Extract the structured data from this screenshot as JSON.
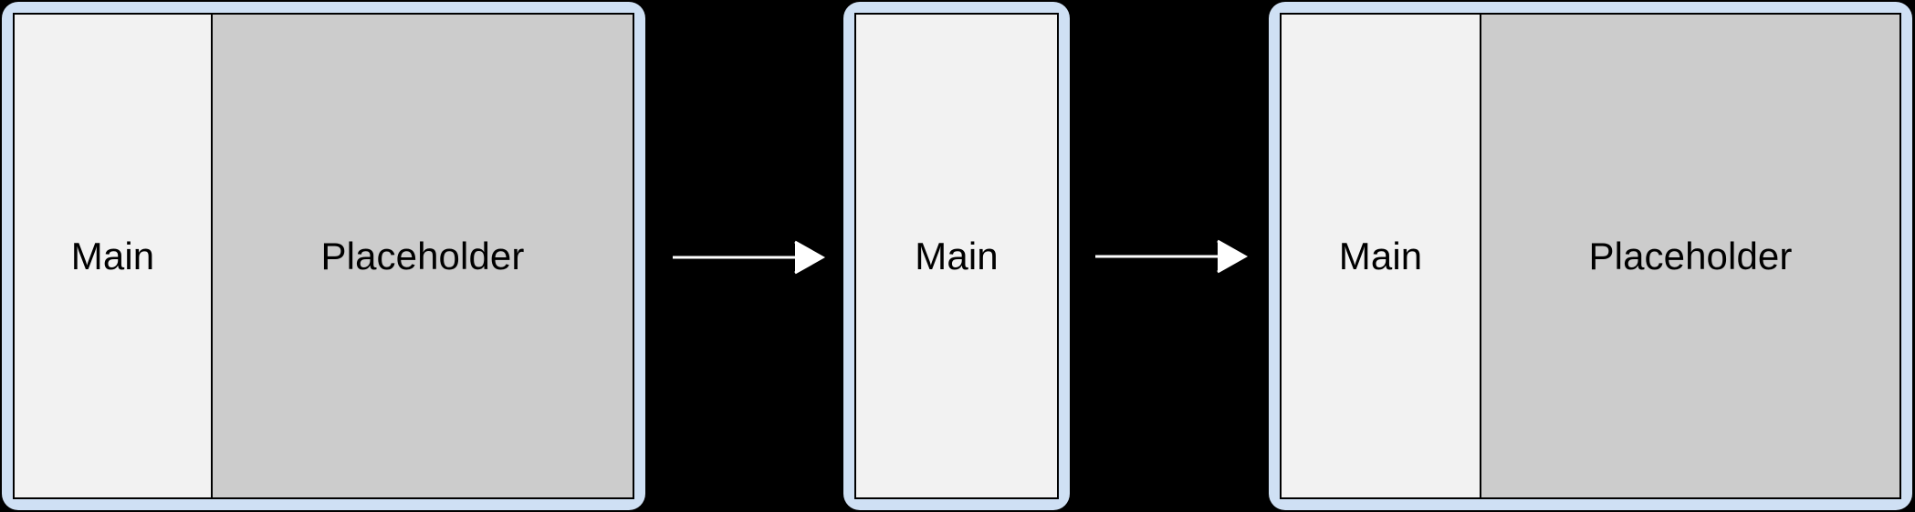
{
  "diagram": {
    "background_color": "#000000",
    "title": "",
    "frames": [
      {
        "id": "frame-1",
        "name": "split-layout-before",
        "panes": [
          {
            "id": "main",
            "label": "Main",
            "background_color": "#f2f2f2"
          },
          {
            "id": "placeholder",
            "label": "Placeholder",
            "background_color": "#cccccc"
          }
        ]
      },
      {
        "id": "frame-2",
        "name": "compact-layout",
        "panes": [
          {
            "id": "main",
            "label": "Main",
            "background_color": "#f2f2f2"
          }
        ]
      },
      {
        "id": "frame-3",
        "name": "split-layout-after",
        "panes": [
          {
            "id": "main",
            "label": "Main",
            "background_color": "#f2f2f2"
          },
          {
            "id": "placeholder",
            "label": "Placeholder",
            "background_color": "#cccccc"
          }
        ]
      }
    ],
    "arrows": [
      {
        "id": "arrow-1",
        "direction": "right",
        "label": "",
        "color": "#ffffff"
      },
      {
        "id": "arrow-2",
        "direction": "right",
        "label": "",
        "color": "#ffffff"
      }
    ],
    "colors": {
      "frame_border": "#cfe0f4",
      "inner_border": "#000000",
      "main_pane": "#f2f2f2",
      "placeholder_pane": "#cccccc",
      "arrow": "#ffffff",
      "text": "#000000"
    }
  }
}
